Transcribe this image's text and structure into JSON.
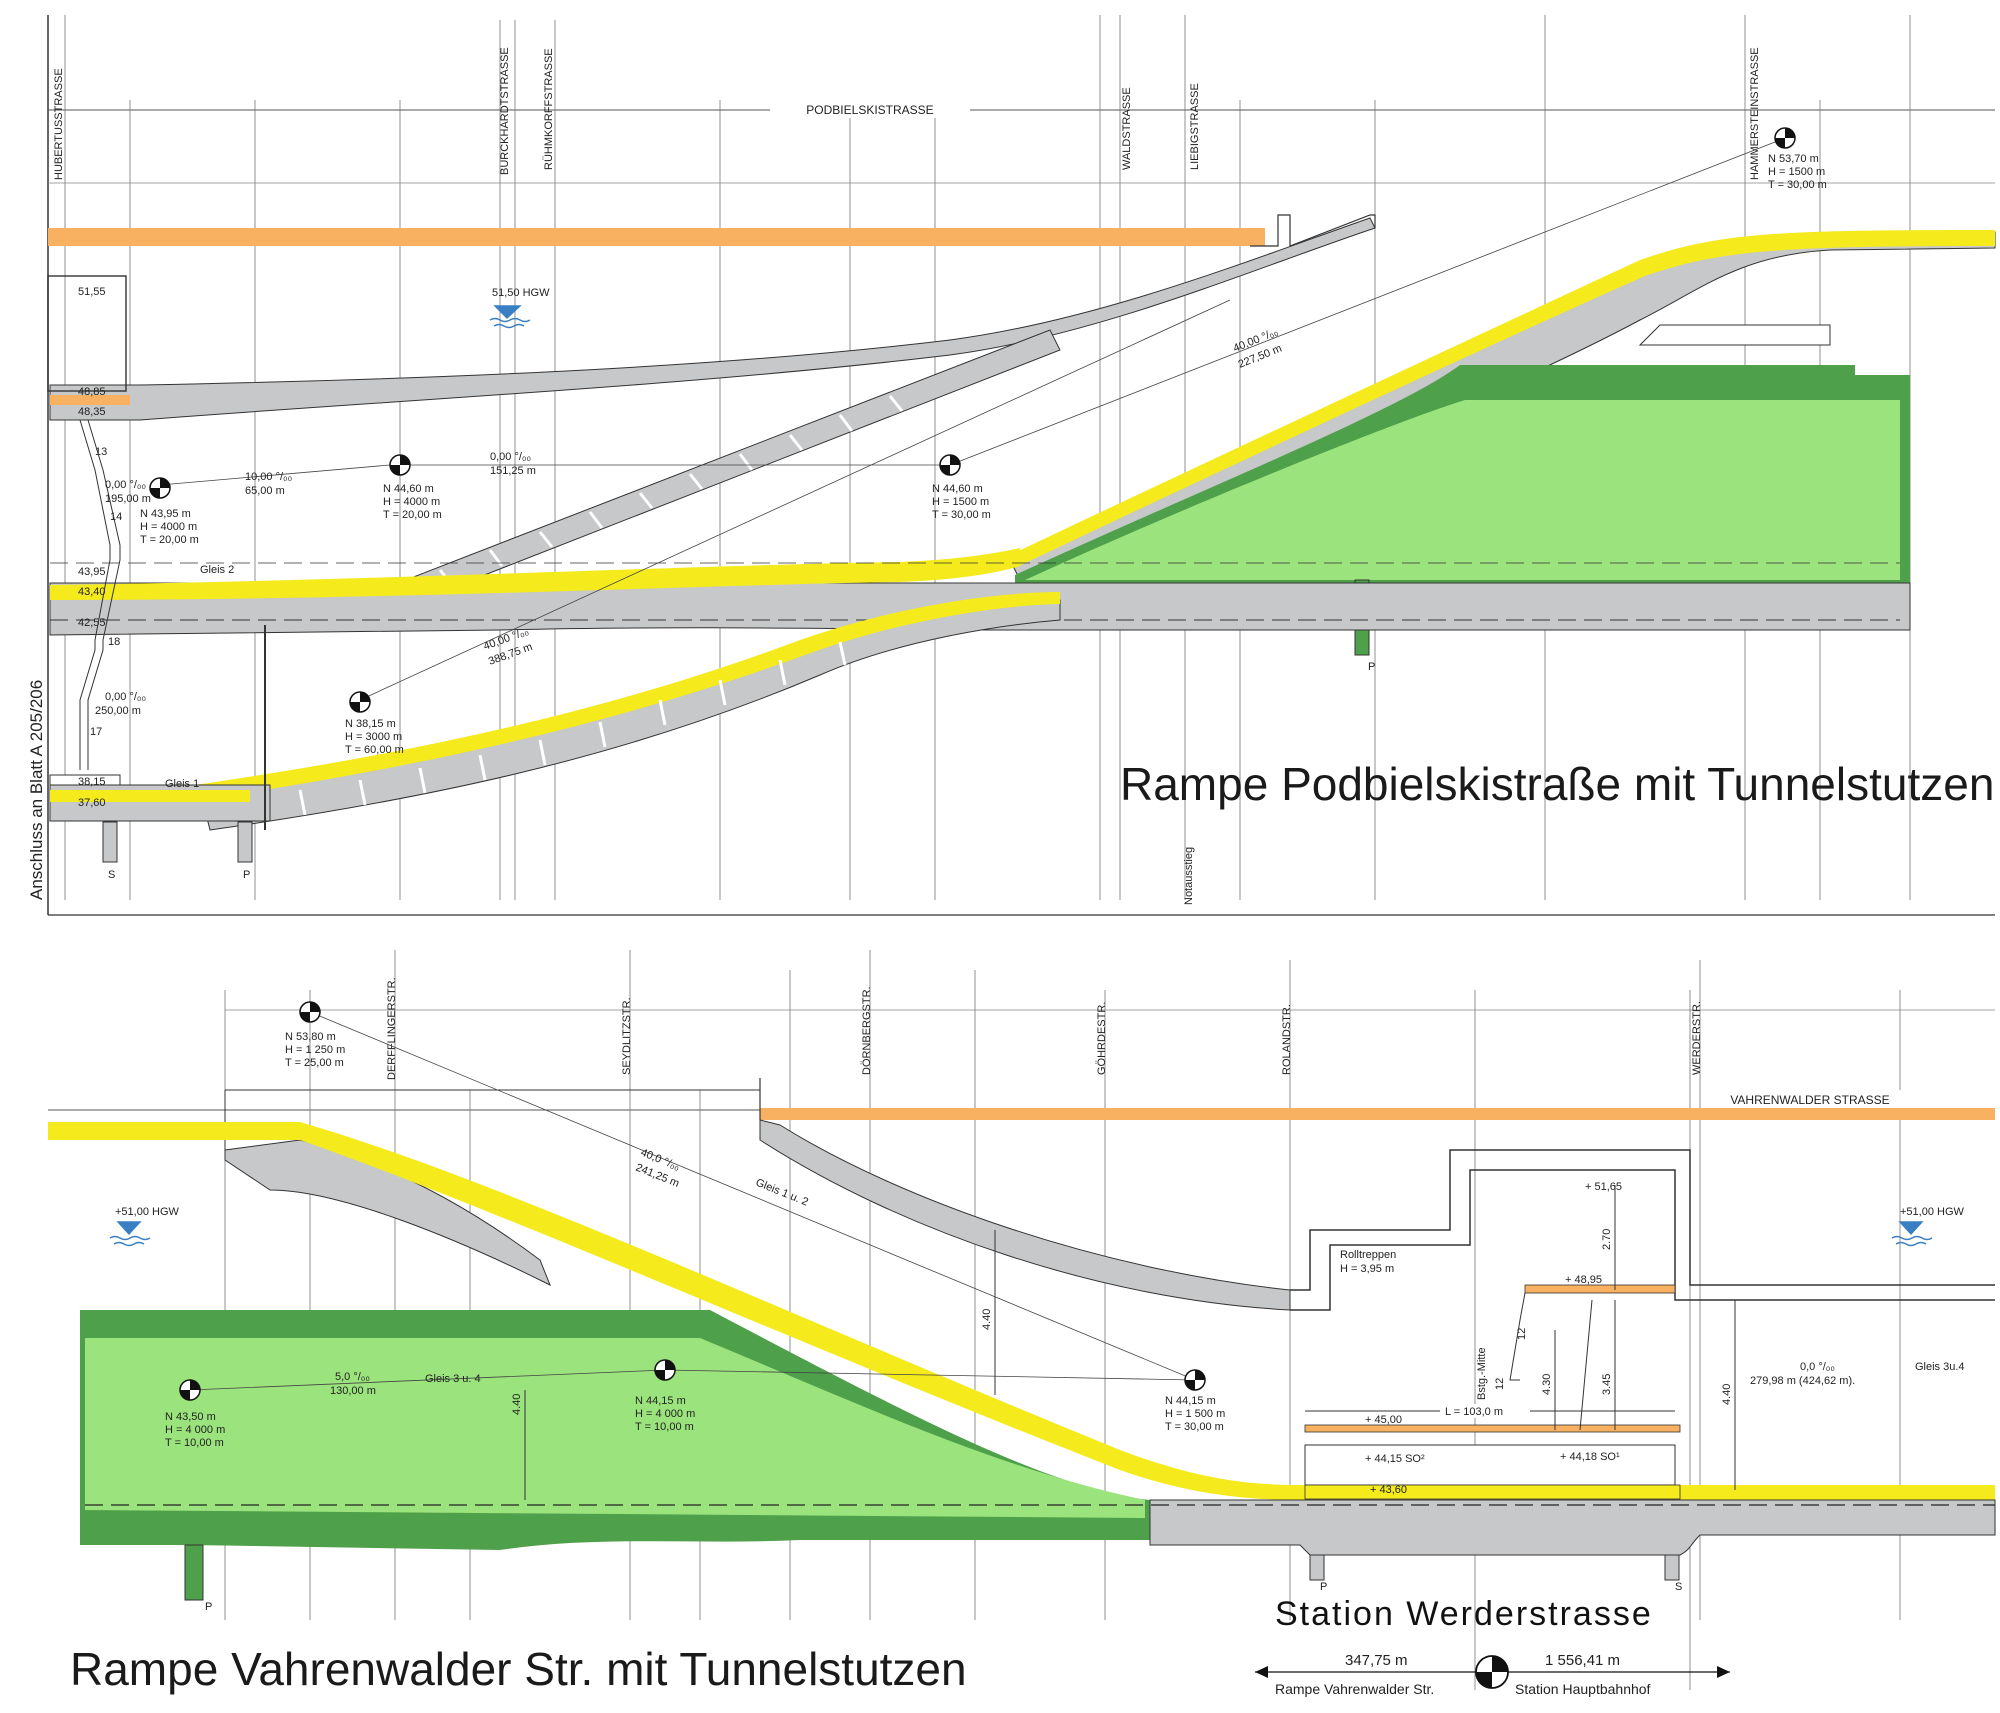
{
  "colors": {
    "road": "#f7b160",
    "track": "#f4ea1c",
    "concrete": "#c7c8ca",
    "green_light": "#9be37d",
    "green_dark": "#4fa04a",
    "line": "#333333",
    "water": "#3a7fc4"
  },
  "top_plan": {
    "title": "Rampe Podbielskistraße mit Tunnelstutzen",
    "street_name": "PODBIELSKISTRASSE",
    "cross_streets": [
      "HUBERTUSSTRASSE",
      "BURCKHARDTSTRASSE",
      "RÜHMKORFFSTRASSE",
      "WALDSTRASSE",
      "LIEBIGSTRASSE",
      "HAMMERSTEINSTRASSE"
    ],
    "side_label": "Anschluss an Blatt A 205/206",
    "hgw": "51,50 HGW",
    "levels": [
      "51,55",
      "48,85",
      "48,35",
      "43,95",
      "43,40",
      "42,55",
      "38,15",
      "37,60"
    ],
    "numbers": [
      "13",
      "14",
      "18",
      "17"
    ],
    "tracks": [
      "Gleis 2",
      "Gleis 1"
    ],
    "grades": [
      {
        "a": "0,00 °/₀₀",
        "b": "195,00 m"
      },
      {
        "a": "10,00 °/₀₀",
        "b": "65,00 m"
      },
      {
        "a": "0,00 °/₀₀",
        "b": "151,25 m"
      },
      {
        "a": "40,00 °/₀₀",
        "b": "227,50 m"
      },
      {
        "a": "40,00 °/₀₀",
        "b": "388,75 m"
      },
      {
        "a": "0,00 °/₀₀",
        "b": "250,00 m"
      }
    ],
    "curves": [
      {
        "n": "N  43,95 m",
        "h": "H = 4000 m",
        "t": "T = 20,00 m"
      },
      {
        "n": "N  44,60 m",
        "h": "H = 4000 m",
        "t": "T = 20,00  m"
      },
      {
        "n": "N  44,60 m",
        "h": "H = 1500 m",
        "t": "T = 30,00  m"
      },
      {
        "n": "N  53,70 m",
        "h": "H = 1500 m",
        "t": "T = 30,00 m"
      },
      {
        "n": "N  38,15 m",
        "h": "H = 3000 m",
        "t": "T = 60,00 m"
      }
    ],
    "markers": [
      "S",
      "P",
      "P"
    ],
    "notaus": "Notausstieg"
  },
  "bottom_plan": {
    "title": "Rampe Vahrenwalder Str. mit Tunnelstutzen",
    "street_name": "VAHRENWALDER  STRASSE",
    "cross_streets": [
      "DERFFLINGERSTR.",
      "SEYDLITZSTR.",
      "DÖRNBERGSTR.",
      "GÖHRDESTR.",
      "ROLANDSTR.",
      "WERDERSTR."
    ],
    "hgw_left": "+51,00 HGW",
    "hgw_right": "+51,00 HGW",
    "curves": [
      {
        "n": "N   53,80 m",
        "h": "H = 1 250 m",
        "t": "T = 25,00 m"
      },
      {
        "n": "N   43,50 m",
        "h": "H = 4 000 m",
        "t": "T = 10,00 m"
      },
      {
        "n": "N   44,15 m",
        "h": "H = 4 000 m",
        "t": "T =  10,00 m"
      },
      {
        "n": "N   44,15 m",
        "h": "H = 1 500 m",
        "t": "T = 30,00 m"
      }
    ],
    "grades": [
      {
        "a": "40,0 °/₀₀",
        "b": "241,25 m"
      },
      {
        "a": "5,0 °/₀₀",
        "b": "130,00 m"
      },
      {
        "a": "0,0 °/₀₀",
        "b": "279,98 m   (424,62 m)."
      }
    ],
    "tracks": [
      "Gleis 1 u. 2",
      "Gleis 3 u. 4",
      "Gleis 3u.4"
    ],
    "dims": [
      "4.40",
      "4.40",
      "4.40",
      "4.30",
      "3.45",
      "2.70",
      "12",
      "12"
    ],
    "levels": [
      "+ 51,65",
      "+ 48,95",
      "+ 45,00",
      "+ 44,15 SO²",
      "+ 44,18 SO¹",
      "+ 43,60"
    ],
    "rolltreppen": "Rolltreppen",
    "rolltreppen_h": "H = 3,95 m",
    "bstg_mitte": "Bstg.-Mitte",
    "platform_length": "L = 103,0 m",
    "markers": [
      "P",
      "P",
      "S"
    ],
    "station_title": "Station  Werderstrasse",
    "dist_left": "347,75 m",
    "dist_right": "1 556,41 m",
    "dist_left_label": "Rampe Vahrenwalder Str.",
    "dist_right_label": "Station Hauptbahnhof"
  }
}
